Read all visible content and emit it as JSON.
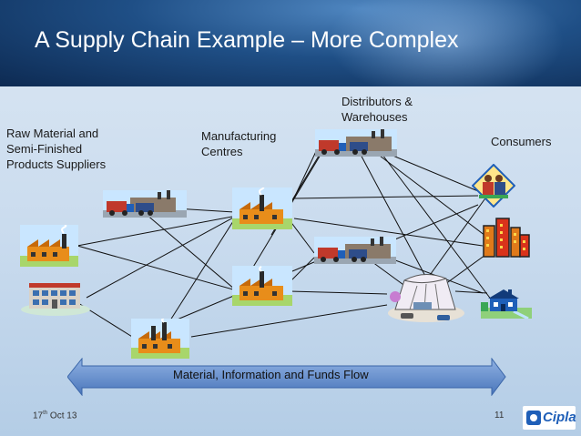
{
  "slide": {
    "title": "A Supply Chain Example – More Complex",
    "labels": {
      "suppliers": "Raw Material and\nSemi-Finished\nProducts Suppliers",
      "manufacturing": "Manufacturing\nCentres",
      "distributors": "Distributors &\nWarehouses",
      "consumers": "Consumers"
    },
    "flow_label": "Material, Information and Funds Flow",
    "footer": {
      "date_day": "17",
      "date_suffix": "th",
      "date_rest": " Oct 13",
      "page_number": "11",
      "logo_text": "Cipla"
    }
  },
  "colors": {
    "header_dark": "#0d2a52",
    "flow_arrow": "#5a86c8",
    "logo_blue": "#1f5fb8"
  },
  "icons": {
    "supplier_1": "factory-smoke-icon",
    "supplier_2": "office-building-icon",
    "supplier_3": "factory-smoke-icon",
    "supplier_4": "factory-trucks-icon",
    "manufacturing_1": "factory-smoke-icon",
    "manufacturing_2": "factory-smoke-icon",
    "distributor_1": "factory-trucks-icon",
    "distributor_2": "factory-trucks-icon",
    "retail": "shopping-mall-icon",
    "consumer_1": "people-icon",
    "consumer_2": "city-buildings-icon",
    "consumer_3": "house-icon"
  }
}
